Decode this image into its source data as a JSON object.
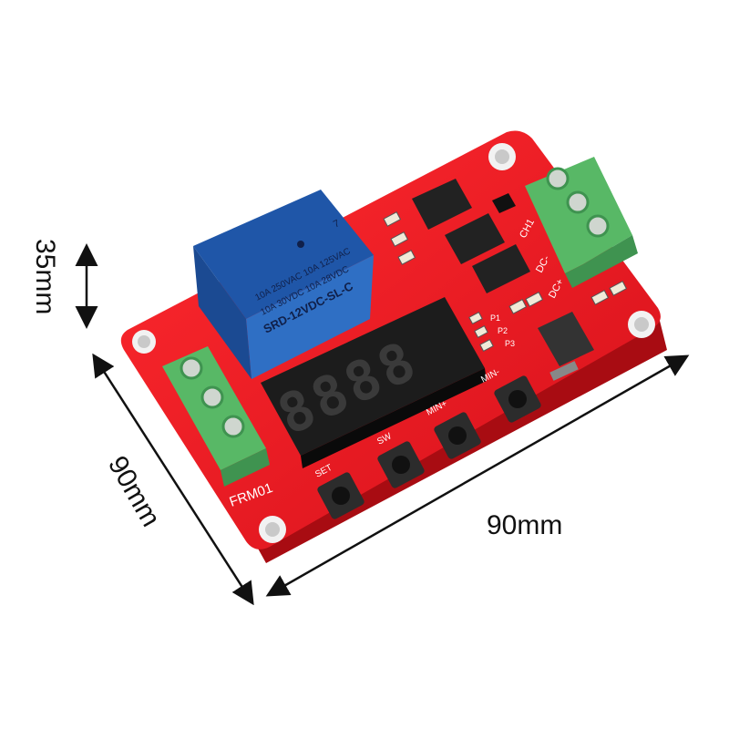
{
  "dimensions": {
    "height_label": "35mm",
    "depth_label": "90mm",
    "width_label": "90mm"
  },
  "board": {
    "model_label": "FRM01",
    "color": "#e8141c",
    "buttons": [
      {
        "label": "SET"
      },
      {
        "label": "SW"
      },
      {
        "label": "MIN+"
      },
      {
        "label": "MIN-"
      }
    ],
    "terminal_left": {
      "label": "",
      "color": "#5bbf6a"
    },
    "terminal_right": {
      "label": "CH1",
      "color": "#5bbf6a"
    },
    "right_silkscreen": [
      "DC+",
      "DC-",
      "CH1"
    ],
    "indicator_labels": [
      "P1",
      "P2",
      "P3"
    ]
  },
  "relay": {
    "color": "#2f6fc4",
    "line1": "10A 250VAC  10A 125VAC",
    "line2": "10A 30VDC  10A 28VDC",
    "model": "SRD-12VDC-SL-C",
    "pin_mark": "7"
  },
  "display": {
    "digits": "8888"
  }
}
